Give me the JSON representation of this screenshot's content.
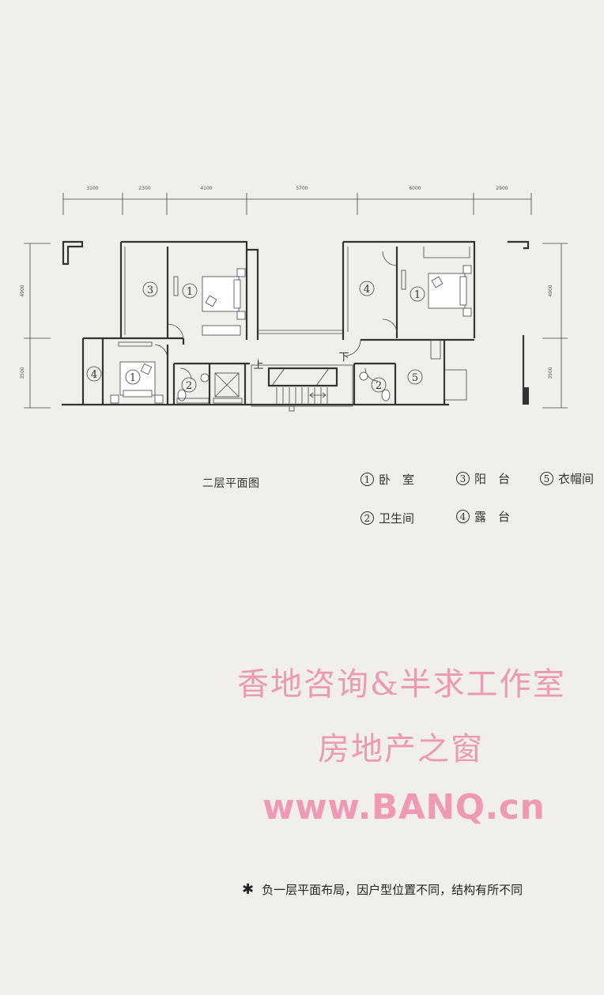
{
  "dimensions_top": [
    "3100",
    "2300",
    "4100",
    "5700",
    "6000",
    "2900"
  ],
  "dimensions_left": [
    "4900",
    "3500"
  ],
  "dimensions_right": [
    "4900",
    "3500"
  ],
  "room_numbers": [
    "3",
    "1",
    "4",
    "1",
    "4",
    "1",
    "2",
    "2",
    "5"
  ],
  "stair_labels": {
    "up": "上",
    "down": "下"
  },
  "caption": "二层平面图",
  "legend": [
    {
      "num": "1",
      "label": "卧　室"
    },
    {
      "num": "3",
      "label": "阳　台"
    },
    {
      "num": "5",
      "label": "衣帽间"
    },
    {
      "num": "2",
      "label": "卫生间"
    },
    {
      "num": "4",
      "label": "露　台"
    }
  ],
  "watermark": {
    "line1": "香地咨询&半求工作室",
    "line2": "房地产之窗",
    "url": "www.BANQ.cn"
  },
  "note": {
    "symbol": "✱",
    "text": "负一层平面布局，因户型位置不同，结构有所不同"
  },
  "colors": {
    "background": "#f0efe9",
    "watermark": "#ec9ab3",
    "lines": "#333333"
  }
}
